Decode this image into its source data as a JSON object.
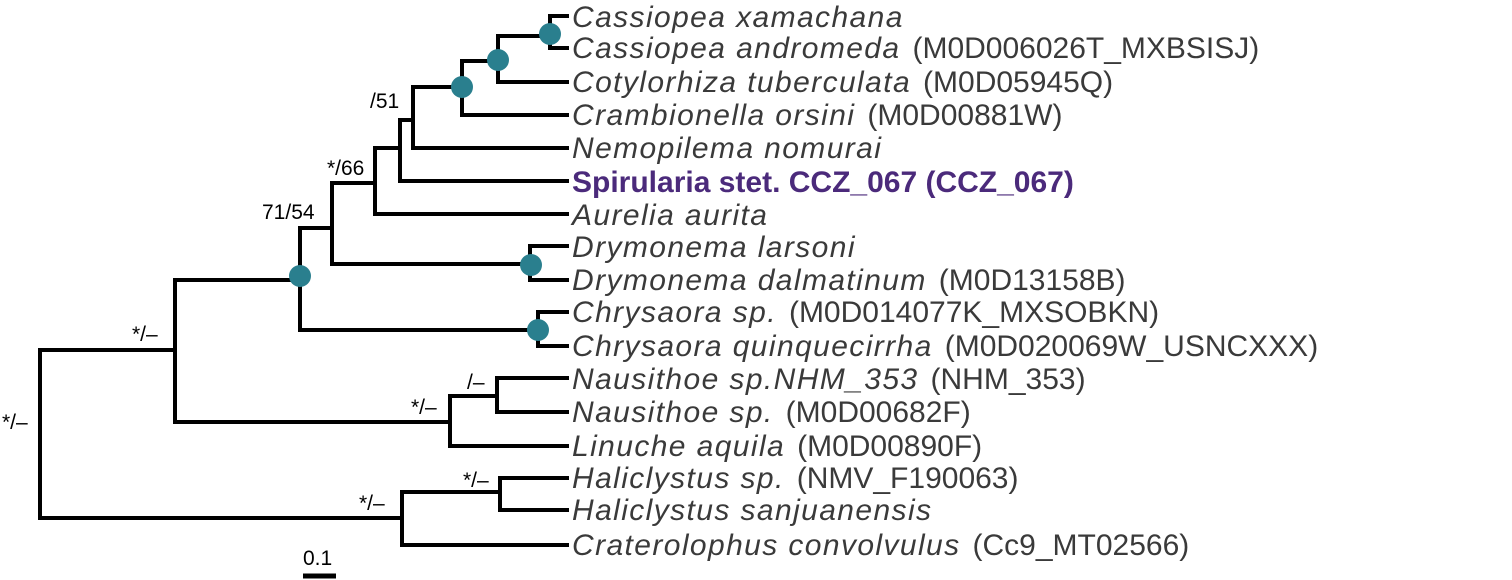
{
  "tips": [
    {
      "name": "Cassiopea xamachana",
      "accession": ""
    },
    {
      "name": "Cassiopea andromeda",
      "accession": "(M0D006026T_MXBSISJ)"
    },
    {
      "name": "Cotylorhiza tuberculata",
      "accession": "(M0D05945Q)"
    },
    {
      "name": "Crambionella orsini",
      "accession": "(M0D00881W)"
    },
    {
      "name": "Nemopilema nomurai",
      "accession": ""
    },
    {
      "name": "Spirularia stet. CCZ_067 (CCZ_067)",
      "accession": "",
      "highlight": true
    },
    {
      "name": "Aurelia aurita",
      "accession": ""
    },
    {
      "name": "Drymonema larsoni",
      "accession": ""
    },
    {
      "name": "Drymonema dalmatinum",
      "accession": "(M0D13158B)"
    },
    {
      "name": "Chrysaora sp.",
      "accession": "(M0D014077K_MXSOBKN)"
    },
    {
      "name": "Chrysaora quinquecirrha",
      "accession": "(M0D020069W_USNCXXX)"
    },
    {
      "name": "Nausithoe sp.NHM_353",
      "accession": "(NHM_353)"
    },
    {
      "name": "Nausithoe sp.",
      "accession": "(M0D00682F)"
    },
    {
      "name": "Linuche aquila",
      "accession": "(M0D00890F)"
    },
    {
      "name": "Haliclystus sp.",
      "accession": "(NMV_F190063)"
    },
    {
      "name": "Haliclystus sanjuanensis",
      "accession": ""
    },
    {
      "name": "Craterolophus convolvulus",
      "accession": "(Cc9_MT02566)"
    }
  ],
  "support_labels": [
    "/51",
    "*/66",
    "71/54",
    "*/–",
    "/–",
    "*/–",
    "*/–",
    "*/–",
    "*/–"
  ],
  "scale_bar": {
    "label": "0.1"
  },
  "colors": {
    "branch": "#000000",
    "full_support_node": "#2a7f8e",
    "highlight_taxon": "#4b2a7b",
    "tip_text": "#3a3a3a"
  }
}
